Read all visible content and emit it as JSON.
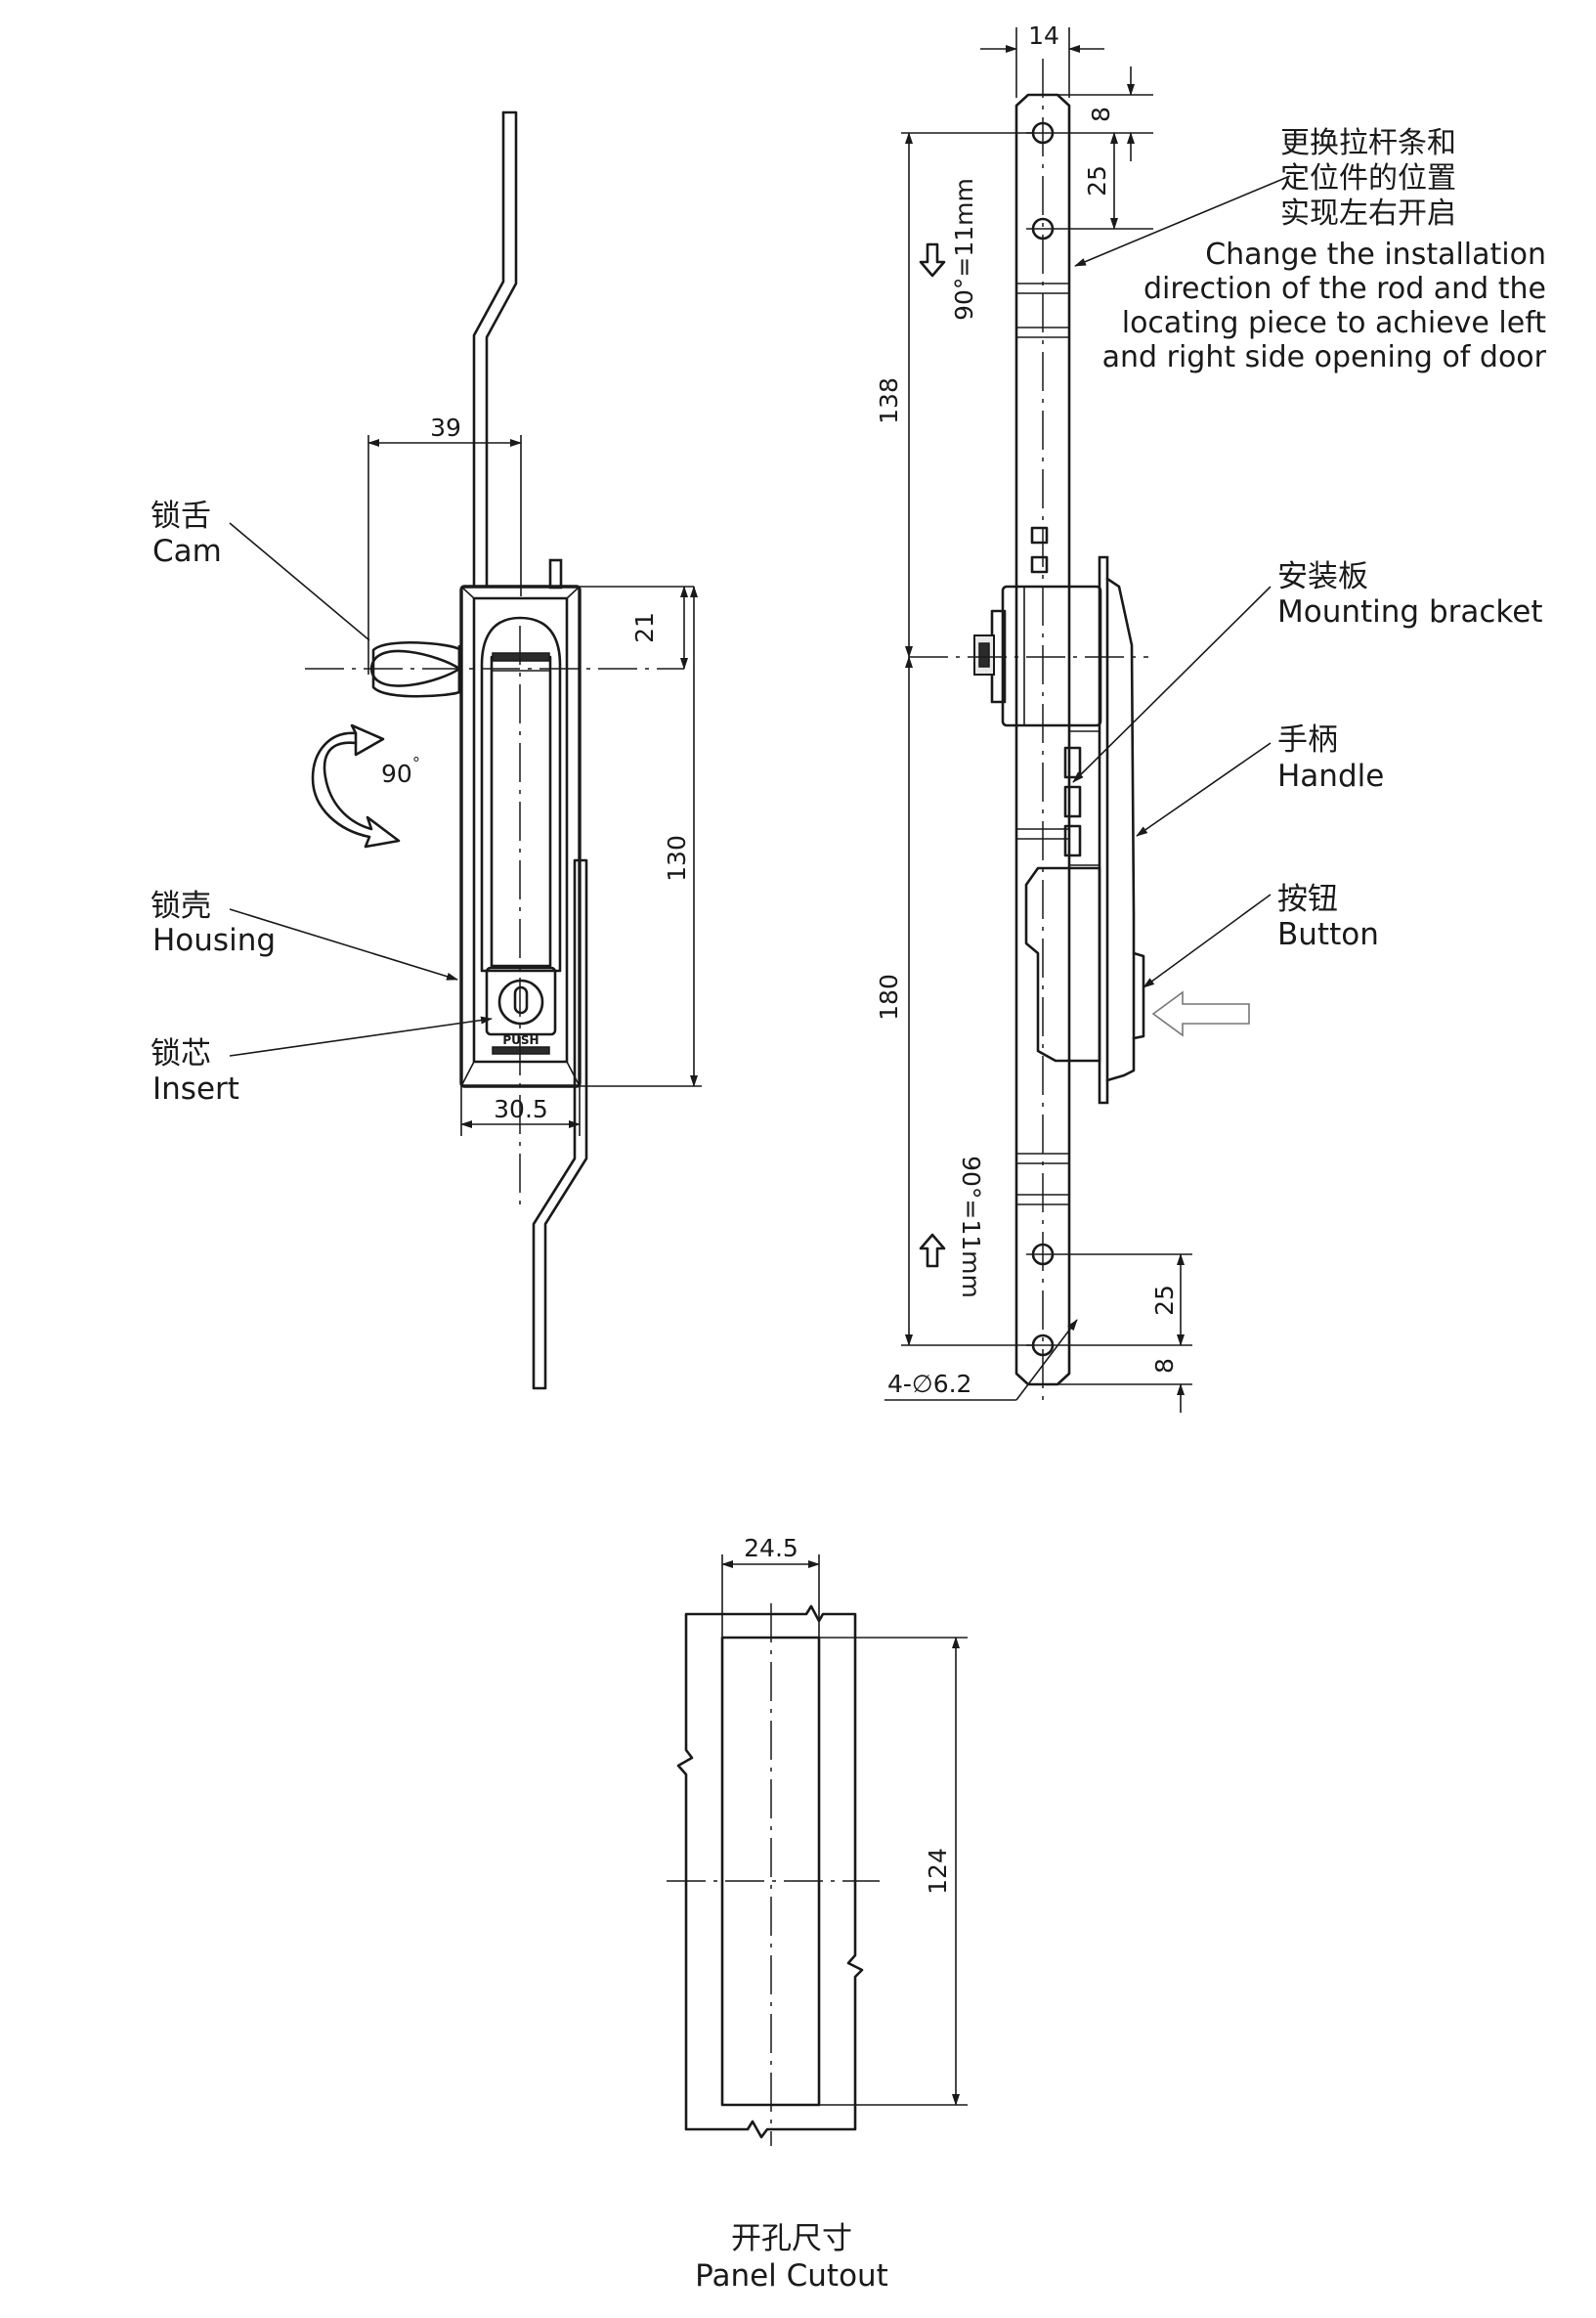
{
  "front_view": {
    "dim_width_top": "39",
    "dim_height_top": "21",
    "dim_height_main": "130",
    "dim_width_bottom": "30.5",
    "rotation_angle": "90",
    "rotation_degree_mark": "°",
    "push_text": "PUSH",
    "labels": {
      "cam_cn": "锁舌",
      "cam_en": "Cam",
      "housing_cn": "锁壳",
      "housing_en": "Housing",
      "insert_cn": "锁芯",
      "insert_en": "Insert"
    }
  },
  "side_view": {
    "dim_top_width": "14",
    "dim_top_hole_offset": "8",
    "dim_top_hole_pitch": "25",
    "dim_upper_length": "138",
    "dim_lower_length": "180",
    "dim_bottom_hole_pitch": "25",
    "dim_bottom_hole_offset": "8",
    "hole_spec": "4-∅6.2",
    "travel_top": "90°=11mm",
    "travel_bottom": "90°=11mm",
    "note_cn": [
      "更换拉杆条和",
      "定位件的位置",
      "实现左右开启"
    ],
    "note_en": [
      "Change the installation",
      "direction of the rod and the",
      "locating piece to achieve left",
      "and right side opening of door"
    ],
    "labels": {
      "bracket_cn": "安装板",
      "bracket_en": "Mounting bracket",
      "handle_cn": "手柄",
      "handle_en": "Handle",
      "button_cn": "按钮",
      "button_en": "Button"
    }
  },
  "cutout": {
    "dim_width": "24.5",
    "dim_height": "124",
    "title_cn": "开孔尺寸",
    "title_en": "Panel Cutout"
  }
}
